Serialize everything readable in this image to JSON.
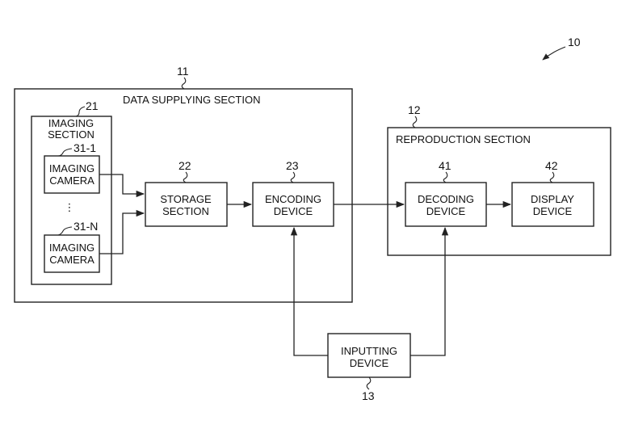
{
  "figure_number": "10",
  "data_supplying_section": {
    "ref": "11",
    "title": "DATA SUPPLYING SECTION"
  },
  "imaging_section": {
    "ref": "21",
    "line1": "IMAGING",
    "line2": "SECTION"
  },
  "camera_1": {
    "ref": "31-1",
    "line1": "IMAGING",
    "line2": "CAMERA"
  },
  "camera_ellipsis": "⋮",
  "camera_n": {
    "ref": "31-N",
    "line1": "IMAGING",
    "line2": "CAMERA"
  },
  "storage_section": {
    "ref": "22",
    "line1": "STORAGE",
    "line2": "SECTION"
  },
  "encoding_device": {
    "ref": "23",
    "line1": "ENCODING",
    "line2": "DEVICE"
  },
  "reproduction_section": {
    "ref": "12",
    "title": "REPRODUCTION SECTION"
  },
  "decoding_device": {
    "ref": "41",
    "line1": "DECODING",
    "line2": "DEVICE"
  },
  "display_device": {
    "ref": "42",
    "line1": "DISPLAY",
    "line2": "DEVICE"
  },
  "inputting_device": {
    "ref": "13",
    "line1": "INPUTTING",
    "line2": "DEVICE"
  }
}
